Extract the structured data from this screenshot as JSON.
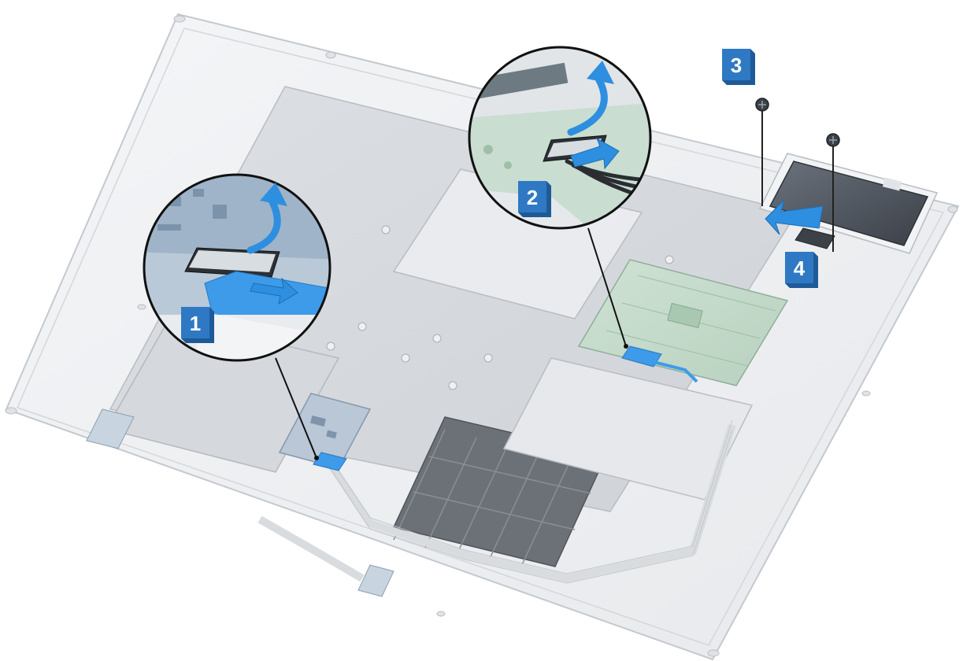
{
  "diagram": {
    "step_labels": [
      "1",
      "2",
      "3",
      "4"
    ]
  },
  "colors": {
    "badge_blue": "#2f79c4",
    "arrow_blue": "#2e8fe0",
    "tape_blue": "#3d9be9",
    "chassis_light": "#eef0f2",
    "chassis_edge": "#c9ced3",
    "shield_gray": "#d7dade",
    "module_dark": "#4a5058"
  },
  "icons": [
    "screw-icon",
    "curved-arrow-icon",
    "straight-arrow-icon",
    "callout-magnifier"
  ]
}
